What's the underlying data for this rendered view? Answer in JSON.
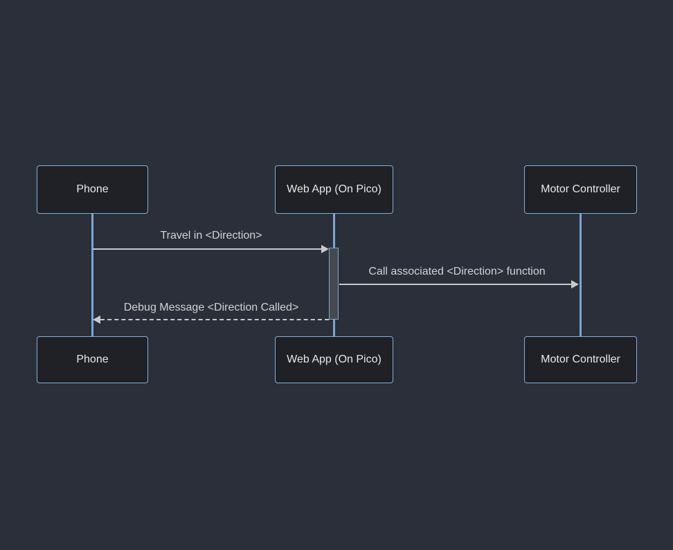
{
  "diagram": {
    "type": "sequence-diagram",
    "actors": [
      {
        "label": "Phone"
      },
      {
        "label": "Web App (On Pico)"
      },
      {
        "label": "Motor Controller"
      }
    ],
    "messages": [
      {
        "from": "Phone",
        "to": "Web App (On Pico)",
        "label": "Travel in <Direction>",
        "line": "solid",
        "arrow": "filled-right"
      },
      {
        "from": "Web App (On Pico)",
        "to": "Motor Controller",
        "label": "Call associated <Direction> function",
        "line": "solid",
        "arrow": "filled-right"
      },
      {
        "from": "Web App (On Pico)",
        "to": "Phone",
        "label": "Debug Message <Direction Called>",
        "line": "dashed",
        "arrow": "filled-left"
      }
    ],
    "activations": [
      {
        "actor": "Web App (On Pico)",
        "from_message": "Travel in <Direction>",
        "to_message": "Debug Message <Direction Called>"
      }
    ],
    "colors": {
      "background": "#2a2f3a",
      "actor_fill": "#1f2126",
      "actor_border": "#81b1db",
      "actor_text": "#e8e8e8",
      "lifeline": "#7ba7d7",
      "signal": "#c9c9c9",
      "message_text": "#d3d3d3",
      "activation_fill": "#464a50",
      "activation_border": "#7ea4cc"
    }
  }
}
